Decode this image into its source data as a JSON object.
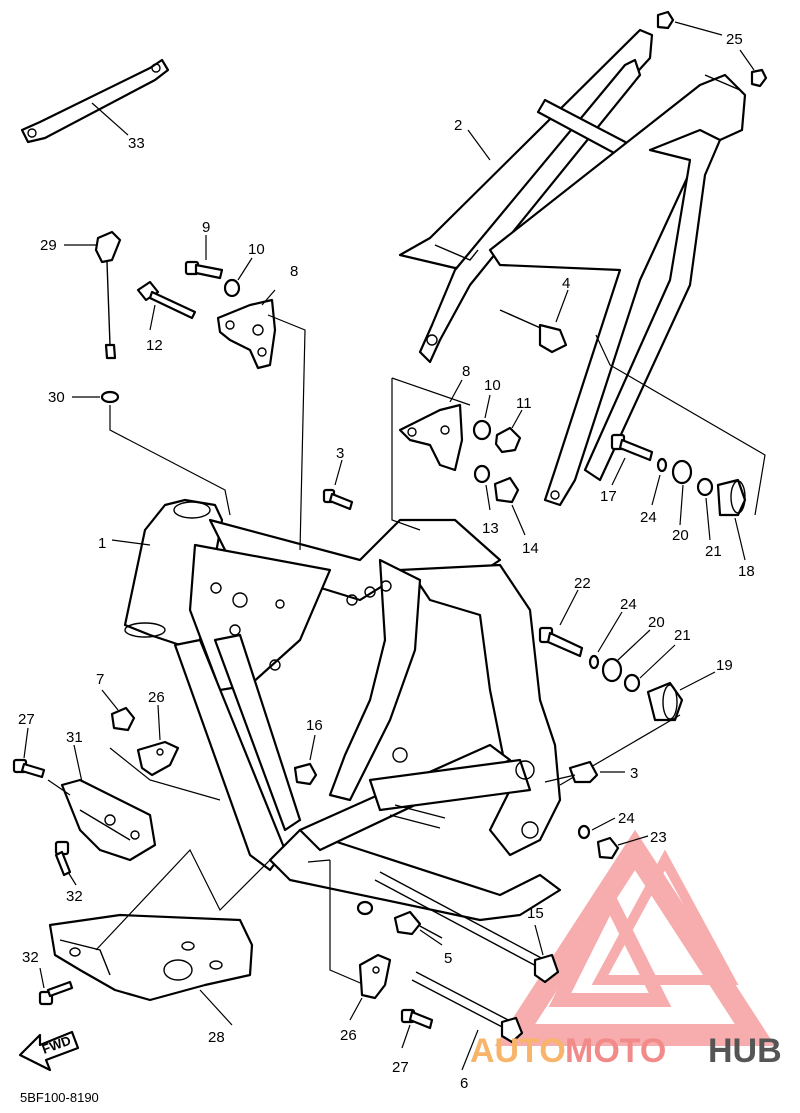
{
  "diagram": {
    "part_numbers": [
      "1",
      "2",
      "3",
      "4",
      "5",
      "6",
      "7",
      "8",
      "9",
      "10",
      "11",
      "12",
      "13",
      "14",
      "15",
      "16",
      "17",
      "18",
      "19",
      "20",
      "21",
      "22",
      "23",
      "24",
      "25",
      "26",
      "27",
      "28",
      "29",
      "30",
      "31",
      "32",
      "33"
    ],
    "fwd_label": "FWD",
    "code": "5BF100-8190"
  },
  "watermark": {
    "part1": "AUTO",
    "part2": "MOTO",
    "part3": "HUB",
    "colors": {
      "auto": "#f7b46a",
      "moto": "#f28a8a",
      "hub": "#555555",
      "logo": "#f26b6b"
    }
  }
}
